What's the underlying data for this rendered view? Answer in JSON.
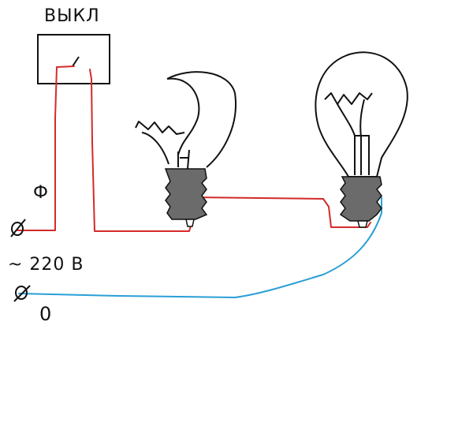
{
  "labels": {
    "switch": "ВЫКЛ",
    "phase": "Ф",
    "voltage": "~ 220 В",
    "neutral": "0"
  },
  "colors": {
    "background": "#ffffff",
    "outline": "#111111",
    "phase_wire": "#d42a2a",
    "neutral_wire": "#2a9fd6",
    "lamp_base": "#6b6b6b"
  },
  "icons": {
    "switch": "switch-icon",
    "lamp_1": "light-bulb-icon",
    "lamp_2": "light-bulb-icon",
    "terminal": "terminal-screw-icon"
  }
}
